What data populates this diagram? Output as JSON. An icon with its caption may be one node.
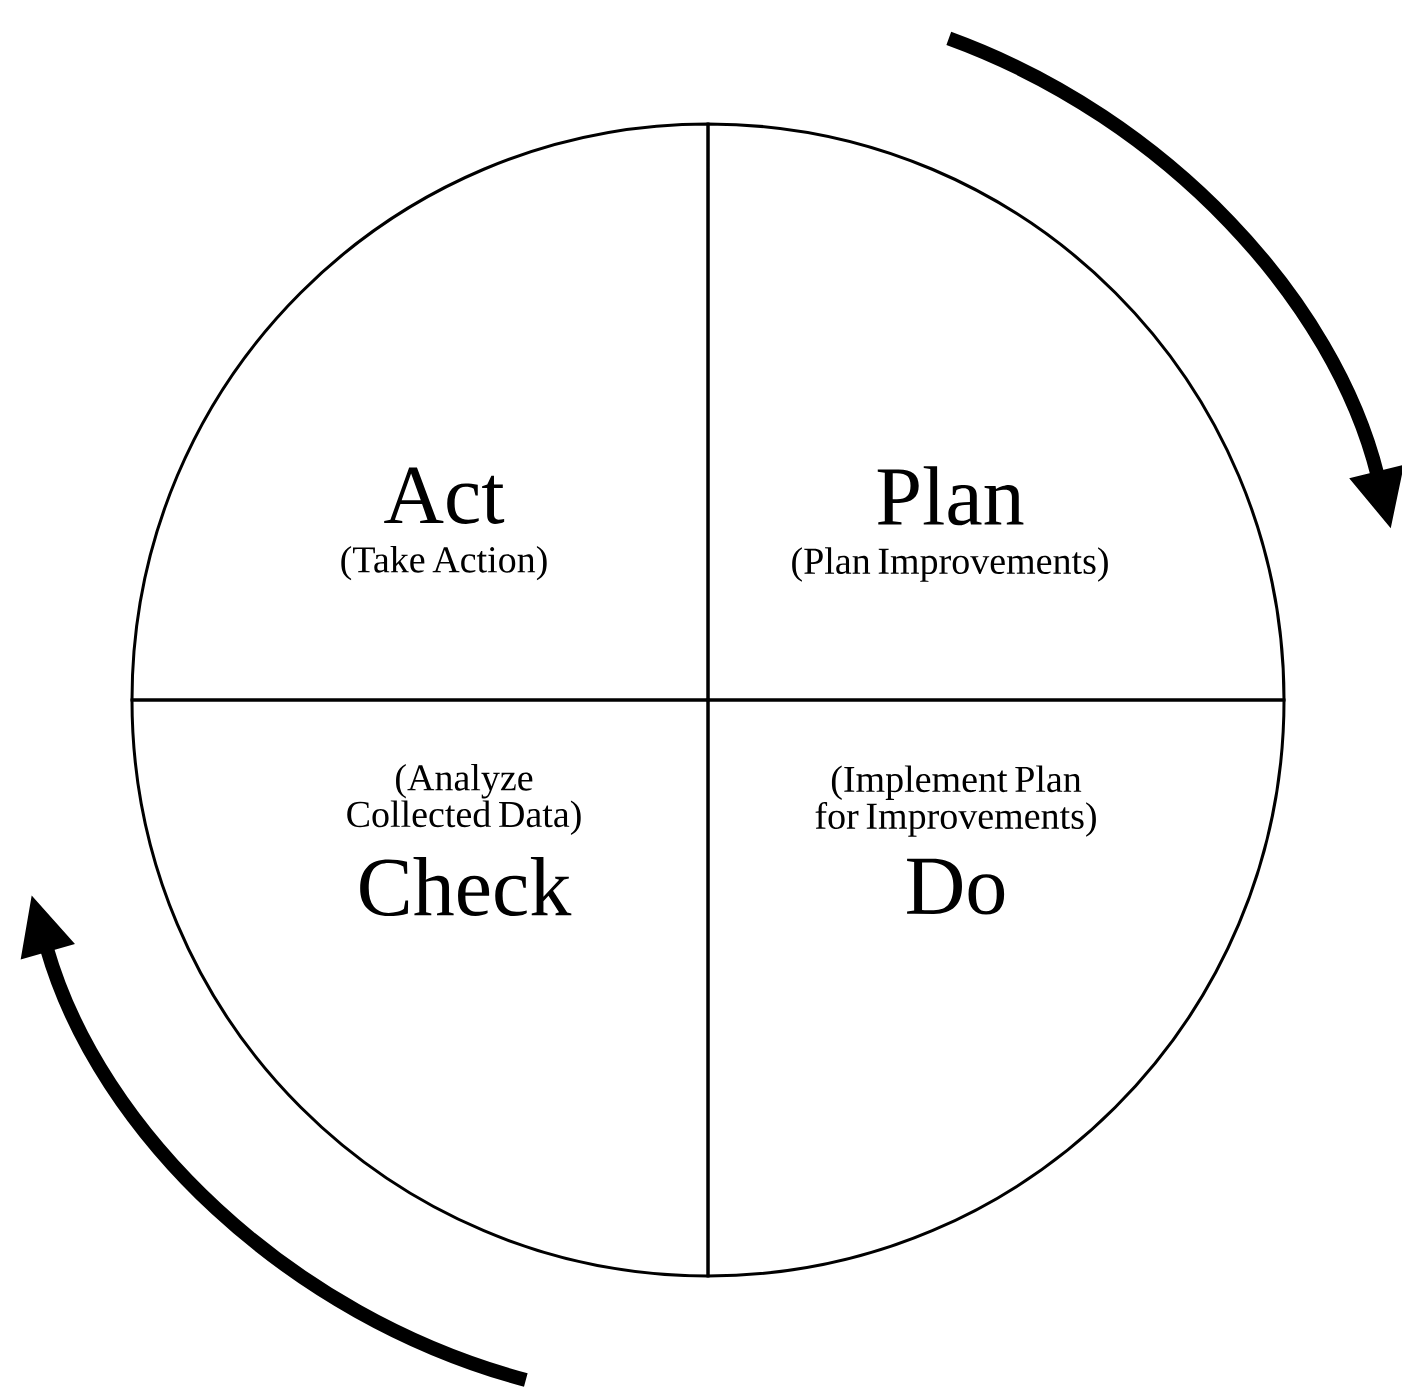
{
  "diagram": {
    "nodes": [
      {
        "text": [
          "Act",
          "(Take Action)"
        ]
      },
      {
        "text": [
          "Plan",
          "(Plan Improvements)"
        ]
      },
      {
        "text": [
          "(Analyze Collected Data)",
          "Check"
        ]
      },
      {
        "text": [
          "(Implement Plan for Improvements)",
          "Do"
        ]
      }
    ]
  }
}
